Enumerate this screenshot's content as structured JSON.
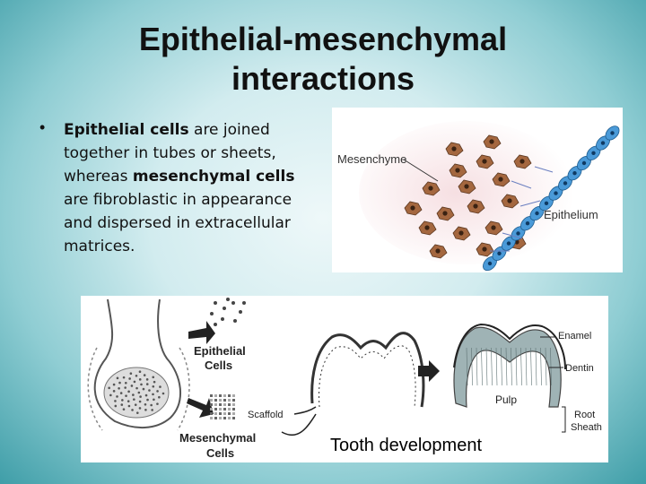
{
  "slide": {
    "title_line1": "Epithelial-mesenchymal",
    "title_line2": "interactions",
    "bullet": {
      "marker": "•",
      "bold1": "Epithelial cells",
      "text1": " are joined together in tubes or sheets, whereas ",
      "bold2": "mesenchymal cells",
      "text2": " are fibroblastic in appearance and dispersed in extracellular matrices."
    }
  },
  "top_figure": {
    "label_mesenchyme": "Mesenchyme",
    "label_epithelium": "Epithelium",
    "colors": {
      "mesenchyme_cell": "#a4673f",
      "epithelium_cell": "#4a9ad8",
      "background_tint": "#f6dfe2"
    }
  },
  "bottom_figure": {
    "label_epithelial": "Epithelial",
    "label_cells_1": "Cells",
    "label_scaffold": "Scaffold",
    "label_mesenchymal": "Mesenchymal",
    "label_cells_2": "Cells",
    "label_enamel": "Enamel",
    "label_dentin": "Dentin",
    "label_pulp": "Pulp",
    "label_root": "Root",
    "label_sheath": "Sheath",
    "caption": "Tooth development"
  }
}
